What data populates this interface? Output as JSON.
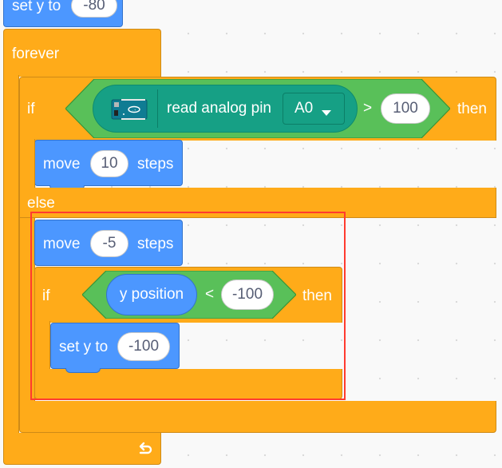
{
  "top_block": {
    "label": "set y to",
    "value": "-80"
  },
  "forever": {
    "label": "forever"
  },
  "if_else": {
    "if_label": "if",
    "condition": {
      "reporter_label": "read analog pin",
      "pin_value": "A0",
      "operator": ">",
      "compare_value": "100"
    },
    "then_label": "then",
    "else_label": "else"
  },
  "move_1": {
    "label": "move",
    "value": "10",
    "suffix": "steps"
  },
  "move_2": {
    "label": "move",
    "value": "-5",
    "suffix": "steps"
  },
  "inner_if": {
    "if_label": "if",
    "reporter_label": "y position",
    "operator": "<",
    "compare_value": "-100",
    "then_label": "then"
  },
  "set_y": {
    "label": "set y to",
    "value": "-100"
  },
  "colors": {
    "control": "#ffab19",
    "motion": "#4c97ff",
    "operator": "#59c059",
    "extension": "#16a085",
    "highlight": "#ff3b2f"
  },
  "icons": [
    "arduino-board-icon",
    "dropdown-arrow-icon",
    "loop-arrow-icon"
  ]
}
